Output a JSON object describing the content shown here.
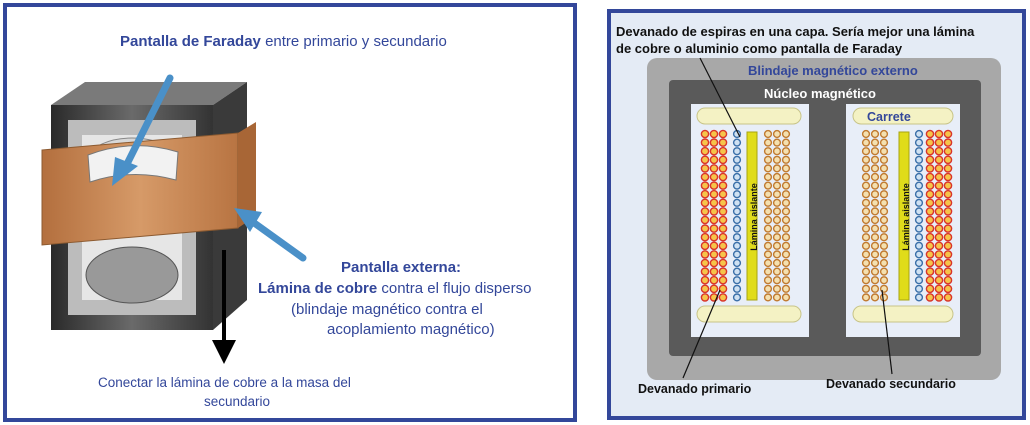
{
  "left": {
    "faraday_bold": "Pantalla de Faraday",
    "faraday_rest": " entre primario y secundario",
    "external_title": "Pantalla externa:",
    "external_line1_bold": "Lámina de cobre",
    "external_line1_rest": " contra el flujo disperso",
    "external_line2": "(blindaje magnético contra el",
    "external_line3": "acoplamiento magnético)",
    "connect_line1": "Conectar la lámina de cobre a la masa del",
    "connect_line2": "secundario"
  },
  "right": {
    "title_line1": "Devanado de espiras en una capa. Sería mejor una lámina",
    "title_line2": "de cobre o aluminio como pantalla de Faraday",
    "shield_label": "Blindaje magnético externo",
    "core_label": "Núcleo magnético",
    "bobbin_label": "Carrete",
    "insulation_label": "Lámina aislante",
    "primary_label": "Devanado primario",
    "secondary_label": "Devanado secundario"
  },
  "colors": {
    "border": "#33479a",
    "copper": "#c98550",
    "arrow_blue": "#4a90c8",
    "core": "#5a5a5a",
    "shield": "#a8a8a8",
    "bobbin": "#f4f2c4",
    "insulation": "#e0dc1a"
  }
}
